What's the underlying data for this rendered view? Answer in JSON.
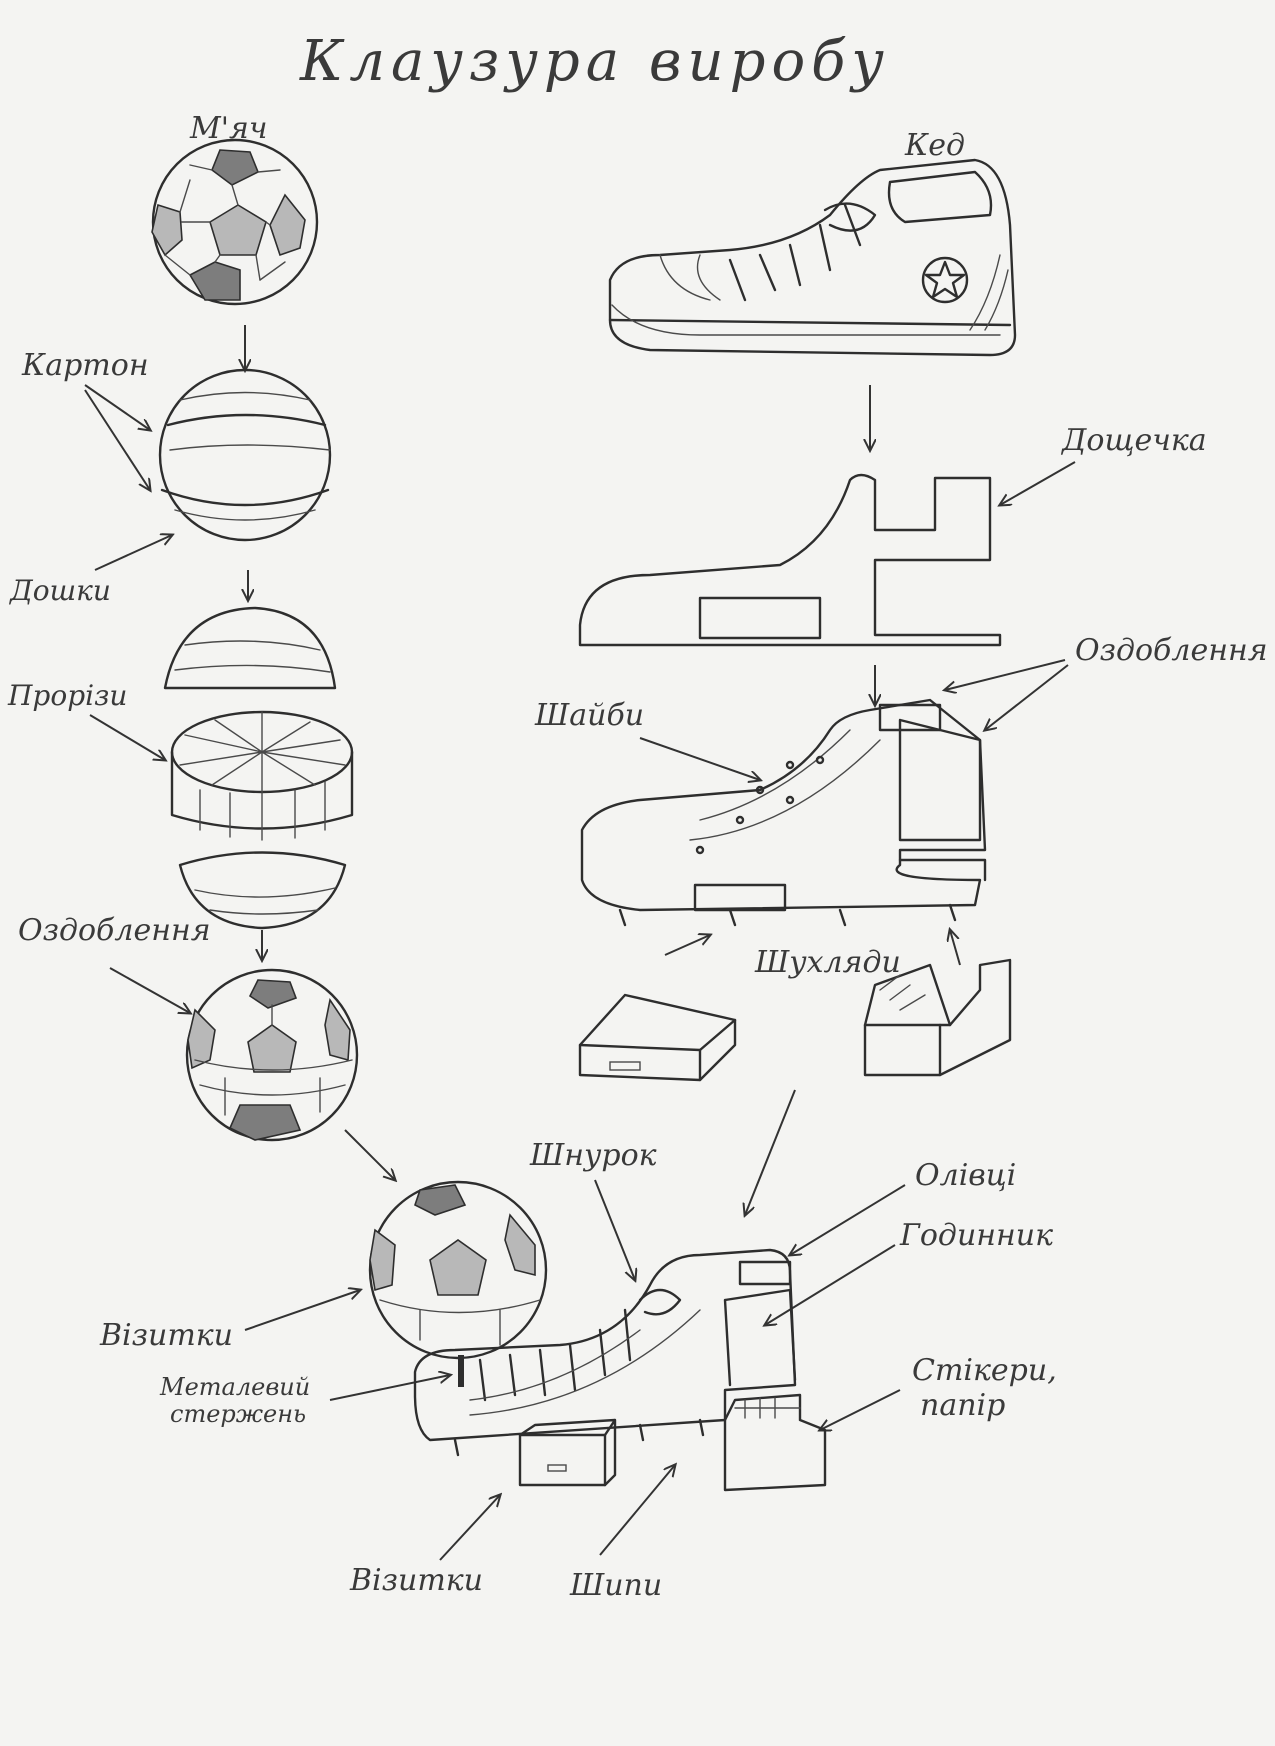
{
  "title": "Клаузура виробу",
  "labels": {
    "ball": "М'яч",
    "cardboard": "Картон",
    "boards": "Дошки",
    "cuts": "Прорізи",
    "decoration_left": "Оздоблення",
    "sneaker": "Кед",
    "plank": "Дощечка",
    "decoration_right": "Оздоблення",
    "washers": "Шайби",
    "drawers": "Шухляди",
    "lace": "Шнурок",
    "pencils": "Олівці",
    "clock": "Годинник",
    "cards_ball": "Візитки",
    "metal_rod_1": "Металевий",
    "metal_rod_2": "стержень",
    "stickers_1": "Стікери,",
    "stickers_2": "папір",
    "cards_bottom": "Візитки",
    "spikes": "Шипи"
  }
}
